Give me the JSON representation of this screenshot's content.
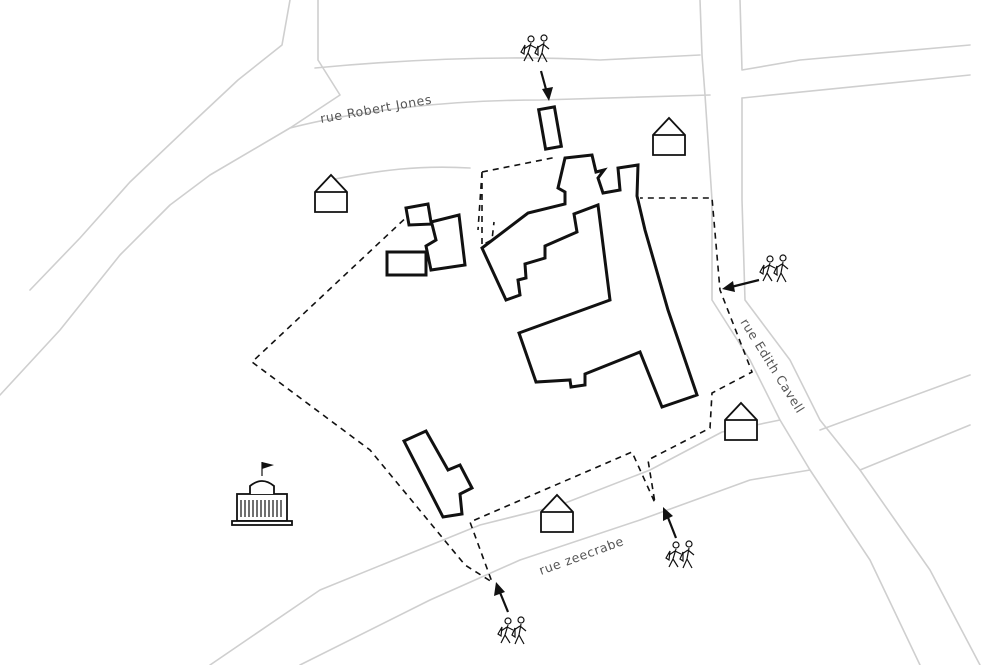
{
  "map": {
    "streets": {
      "north_label": "rue Robert Jones",
      "east_label": "rue Edith Cavell",
      "south_label": "rue zeecrabe"
    },
    "icons": {
      "house": "house-icon",
      "town_hall": "town-hall-icon",
      "pedestrians": "pedestrians-icon",
      "arrow": "arrow-icon"
    },
    "colors": {
      "street_lines": "#cfcfcf",
      "buildings": "#111111",
      "background": "#ffffff",
      "label_text": "#555555"
    }
  }
}
